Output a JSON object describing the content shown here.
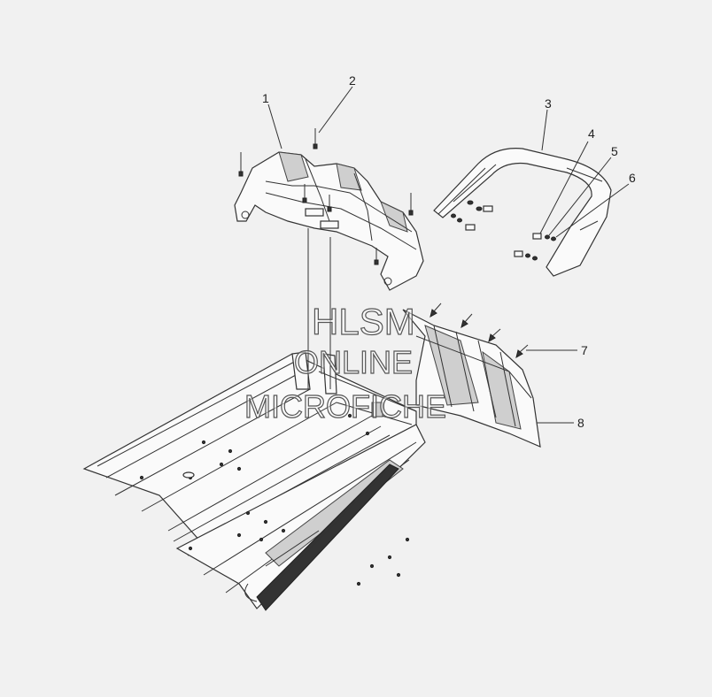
{
  "callouts": {
    "c1": "1",
    "c2": "2",
    "c3": "3",
    "c4": "4",
    "c5": "5",
    "c6": "6",
    "c7": "7",
    "c8": "8"
  },
  "watermark": {
    "line1": "HLSM",
    "line2": "ONLINE",
    "line3": "MICROFICHE"
  }
}
